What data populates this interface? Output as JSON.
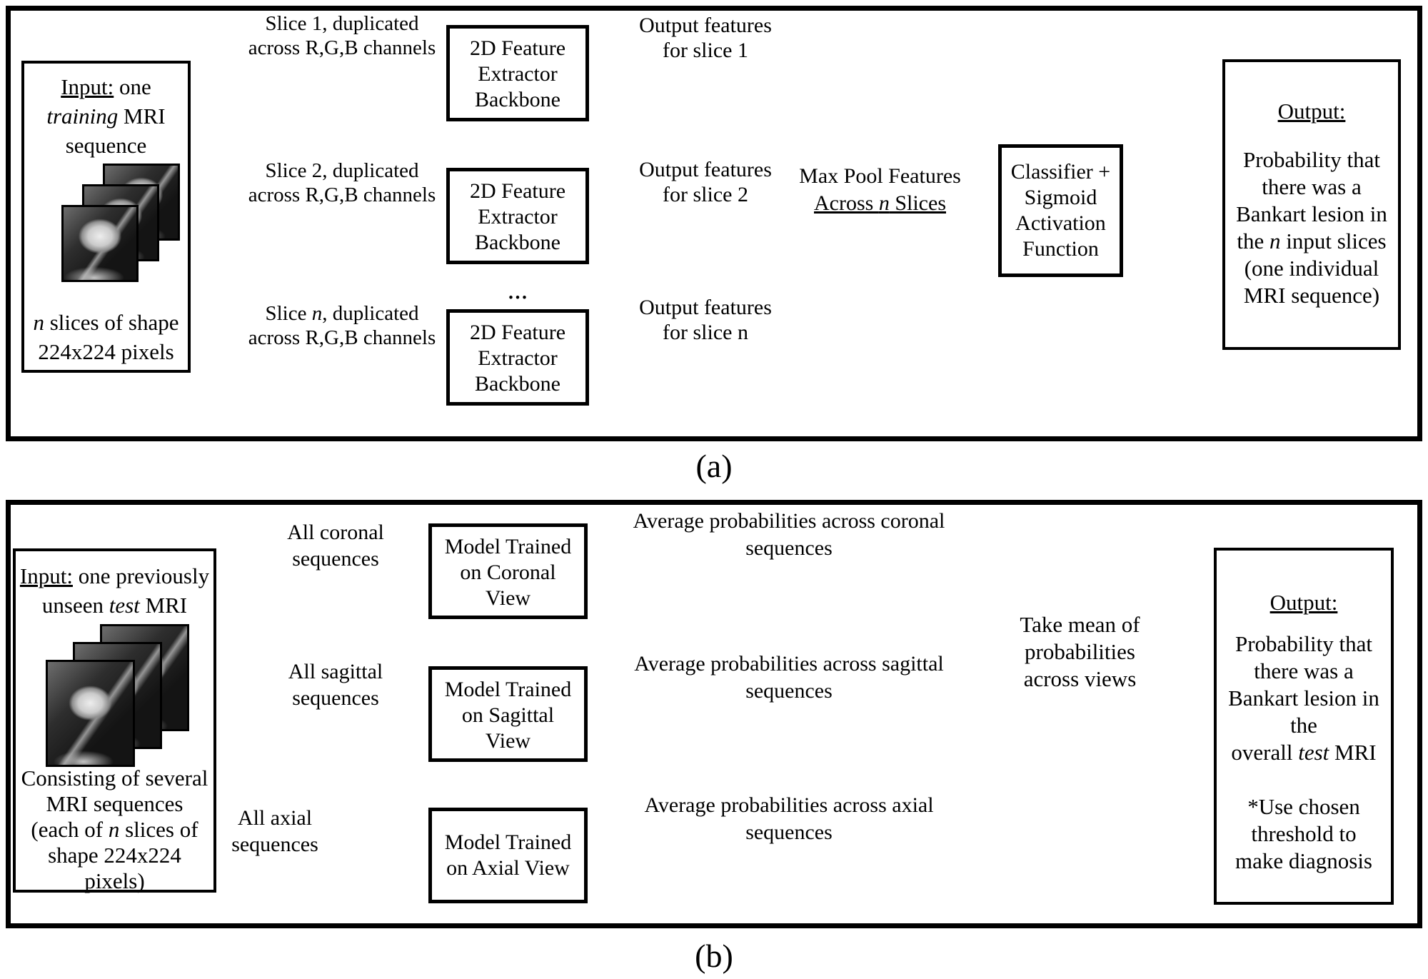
{
  "panel_a": {
    "caption": "(a)",
    "input_box": {
      "title_underlined": "Input:",
      "title_rest": " one",
      "title2_italic": "training",
      "title2_rest": " MRI",
      "title3": "sequence",
      "footer1_italic": "n",
      "footer1_rest": " slices of shape",
      "footer2": "224x224 pixels"
    },
    "slice_labels": [
      {
        "l1_pre": "Slice ",
        "num": "1",
        "l1_post": ", duplicated",
        "l2": "across R,G,B channels"
      },
      {
        "l1_pre": "Slice ",
        "num": "2",
        "l1_post": ", duplicated",
        "l2": "across R,G,B channels"
      },
      {
        "l1_pre": "Slice ",
        "num": "n",
        "l1_post": ", duplicated",
        "l2": "across R,G,B channels"
      }
    ],
    "backbone_box": {
      "l1": "2D Feature",
      "l2": "Extractor",
      "l3": "Backbone"
    },
    "ellipsis": "...",
    "output_labels": [
      {
        "l1": "Output features",
        "l2": "for slice 1"
      },
      {
        "l1": "Output features",
        "l2": "for slice 2"
      },
      {
        "l1": "Output features",
        "l2": "for slice n"
      }
    ],
    "maxpool": {
      "l1": "Max Pool Features",
      "l2_pre": "Across ",
      "l2_it": "n",
      "l2_post": " Slices"
    },
    "classifier": {
      "l1": "Classifier +",
      "l2": "Sigmoid",
      "l3": "Activation",
      "l4": "Function"
    },
    "output_box": {
      "heading": "Output:",
      "p1": "Probability that",
      "p2": "there was a",
      "p3": "Bankart lesion in",
      "p4_pre": "the ",
      "p4_it": "n",
      "p4_post": " input slices",
      "p5": "(one individual",
      "p6": "MRI sequence)"
    }
  },
  "panel_b": {
    "caption": "(b)",
    "input_box": {
      "title_underlined": "Input:",
      "title_rest": " one previously",
      "title2_pre": "unseen ",
      "title2_it": "test",
      "title2_post": " MRI",
      "footer1": "Consisting of several",
      "footer2": "MRI sequences",
      "footer3_pre": "(each of ",
      "footer3_it": "n",
      "footer3_post": " slices of",
      "footer4": "shape 224x224",
      "footer5": "pixels)"
    },
    "branch_labels": [
      {
        "l1": "All coronal",
        "l2": "sequences"
      },
      {
        "l1": "All sagittal",
        "l2": "sequences"
      },
      {
        "l1": "All axial",
        "l2": "sequences"
      }
    ],
    "model_boxes": [
      {
        "l1": "Model Trained",
        "l2": "on Coronal",
        "l3": "View"
      },
      {
        "l1": "Model Trained",
        "l2": "on Sagittal",
        "l3": "View"
      },
      {
        "l1": "Model Trained",
        "l2": "on Axial View"
      }
    ],
    "avg_labels": [
      {
        "l1": "Average probabilities across coronal",
        "l2": "sequences"
      },
      {
        "l1": "Average probabilities across sagittal",
        "l2": "sequences"
      },
      {
        "l1": "Average probabilities across axial",
        "l2": "sequences"
      }
    ],
    "take_mean": {
      "l1": "Take mean of",
      "l2": "probabilities",
      "l3": "across views"
    },
    "output_box": {
      "heading": "Output:",
      "p1": "Probability that",
      "p2": "there was a",
      "p3": "Bankart lesion in",
      "p4": "the",
      "p5_pre": "overall ",
      "p5_it": "test",
      "p5_post": " MRI",
      "p6": "*Use chosen",
      "p7": "threshold to",
      "p8": "make diagnosis"
    }
  }
}
